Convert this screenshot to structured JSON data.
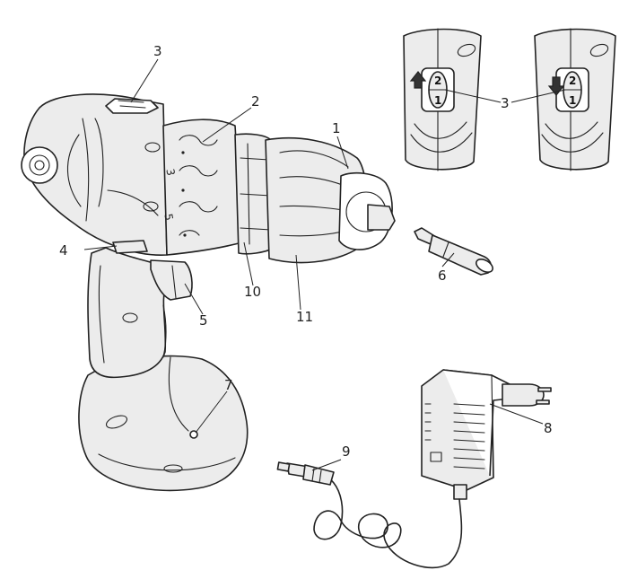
{
  "callouts": {
    "c1": "1",
    "c2": "2",
    "c3_top": "3",
    "c3_detail": "3",
    "c4": "4",
    "c5": "5",
    "c6": "6",
    "c7": "7",
    "c8": "8",
    "c9": "9",
    "c10": "10",
    "c11": "11"
  },
  "dial_marks": {
    "m3": "3",
    "m5": "5"
  },
  "gear_switch": {
    "left_top": "2",
    "left_bottom": "1",
    "right_top": "2",
    "right_bottom": "1"
  },
  "colors": {
    "line": "#222222",
    "shade": "#ececec",
    "background": "#ffffff"
  }
}
